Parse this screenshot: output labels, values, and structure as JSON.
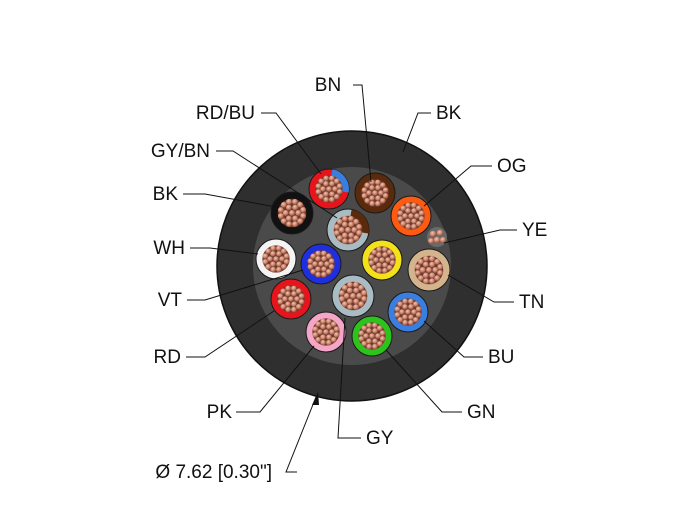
{
  "cable": {
    "diameter_label": "Ø 7.62 [0.30\"]",
    "jacket_color": "#2f2f2f",
    "conductors": [
      {
        "id": "bn",
        "label": "BN",
        "insulation": "#5a2a0c",
        "stripe": null
      },
      {
        "id": "bk1",
        "label": "BK",
        "insulation": "#2f2f2f",
        "stripe": null
      },
      {
        "id": "rd-bu",
        "label": "RD/BU",
        "insulation": "#e8141c",
        "stripe": "#3a7ee0"
      },
      {
        "id": "og",
        "label": "OG",
        "insulation": "#ff5a12",
        "stripe": null
      },
      {
        "id": "gy-bn",
        "label": "GY/BN",
        "insulation": "#a9bcc4",
        "stripe": "#5a2a0c"
      },
      {
        "id": "bk2",
        "label": "BK",
        "insulation": "#111111",
        "stripe": null
      },
      {
        "id": "ye",
        "label": "YE",
        "insulation": "#f3e21a",
        "stripe": null
      },
      {
        "id": "wh",
        "label": "WH",
        "insulation": "#f4f4f4",
        "stripe": null
      },
      {
        "id": "tn",
        "label": "TN",
        "insulation": "#d3b48c",
        "stripe": null
      },
      {
        "id": "vt",
        "label": "VT",
        "insulation": "#1f2fe0",
        "stripe": null
      },
      {
        "id": "bu",
        "label": "BU",
        "insulation": "#3a7ee0",
        "stripe": null
      },
      {
        "id": "rd",
        "label": "RD",
        "insulation": "#e8141c",
        "stripe": null
      },
      {
        "id": "gn",
        "label": "GN",
        "insulation": "#2cc41a",
        "stripe": null
      },
      {
        "id": "pk",
        "label": "PK",
        "insulation": "#f5a6c8",
        "stripe": null
      },
      {
        "id": "gy",
        "label": "GY",
        "insulation": "#a9bcc4",
        "stripe": null
      }
    ]
  }
}
